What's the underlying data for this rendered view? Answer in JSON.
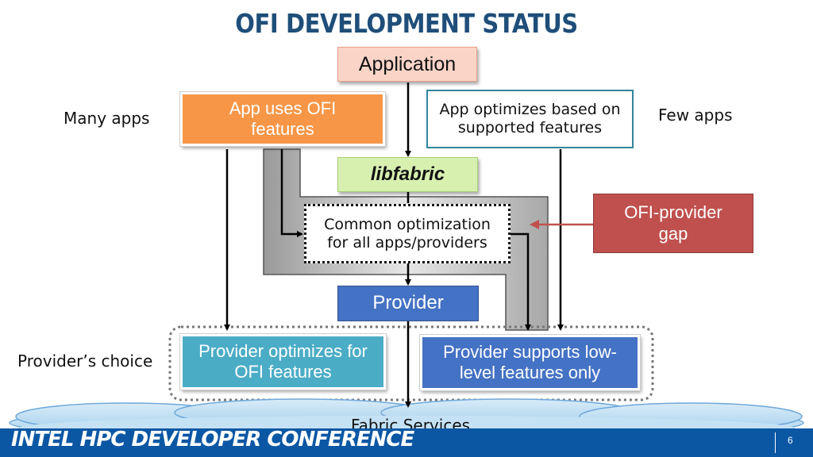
{
  "title": "OFI DEVELOPMENT STATUS",
  "nodes": {
    "application": "Application",
    "app_uses": "App uses OFI features",
    "app_optimizes": "App optimizes based on supported features",
    "libfabric": "libfabric",
    "common_opt": "Common optimization for all apps/providers",
    "gap": "OFI-provider gap",
    "provider": "Provider",
    "prov_optimizes": "Provider optimizes for OFI features",
    "prov_supports": "Provider supports low-level features only",
    "fabric": "Fabric Services"
  },
  "side_labels": {
    "many_apps": "Many apps",
    "few_apps": "Few apps",
    "providers_choice": "Provider’s choice"
  },
  "footer": {
    "brand": "INTEL HPC DEVELOPER CONFERENCE",
    "page": "6"
  },
  "colors": {
    "title": "#1f4e79",
    "application": "#f9d4c7",
    "app_uses": "#f79646",
    "app_optimizes_border": "#31859c",
    "libfabric": "#d7f0b0",
    "gap": "#c0504d",
    "provider": "#4472c4",
    "prov_optimizes": "#4bacc6",
    "prov_supports": "#4472c4",
    "footer": "#0b57a4"
  }
}
